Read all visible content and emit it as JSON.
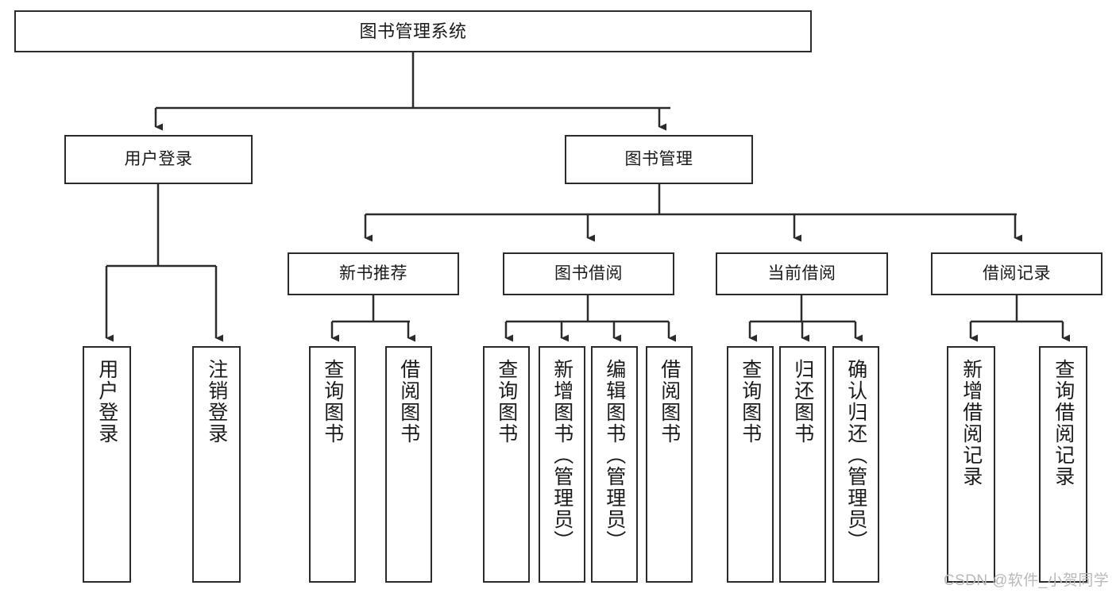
{
  "diagram": {
    "title": "图书管理系统",
    "type": "tree-hierarchy",
    "orientation": "top-down",
    "colors": {
      "box_border": "#2b2b2b",
      "box_fill": "#ffffff",
      "edge": "#2b2b2b",
      "text": "#1a1a1a",
      "watermark": "#b9b9b9",
      "background": "#ffffff"
    },
    "watermark": "CSDN @软件_小贺同学",
    "nodes": {
      "root": {
        "label": "图书管理系统"
      },
      "level2": [
        {
          "label": "用户登录"
        },
        {
          "label": "图书管理"
        }
      ],
      "level3": [
        {
          "label": "新书推荐"
        },
        {
          "label": "图书借阅"
        },
        {
          "label": "当前借阅"
        },
        {
          "label": "借阅记录"
        }
      ],
      "leaves_user_login": [
        {
          "label": "用户登录"
        },
        {
          "label": "注销登录"
        }
      ],
      "leaves_new_books": [
        {
          "label": "查询图书"
        },
        {
          "label": "借阅图书"
        }
      ],
      "leaves_borrow": [
        {
          "label": "查询图书"
        },
        {
          "label": "新增图书（管理员）"
        },
        {
          "label": "编辑图书（管理员）"
        },
        {
          "label": "借阅图书"
        }
      ],
      "leaves_current": [
        {
          "label": "查询图书"
        },
        {
          "label": "归还图书"
        },
        {
          "label": "确认归还（管理员）"
        }
      ],
      "leaves_records": [
        {
          "label": "新增借阅记录"
        },
        {
          "label": "查询借阅记录"
        }
      ]
    }
  }
}
